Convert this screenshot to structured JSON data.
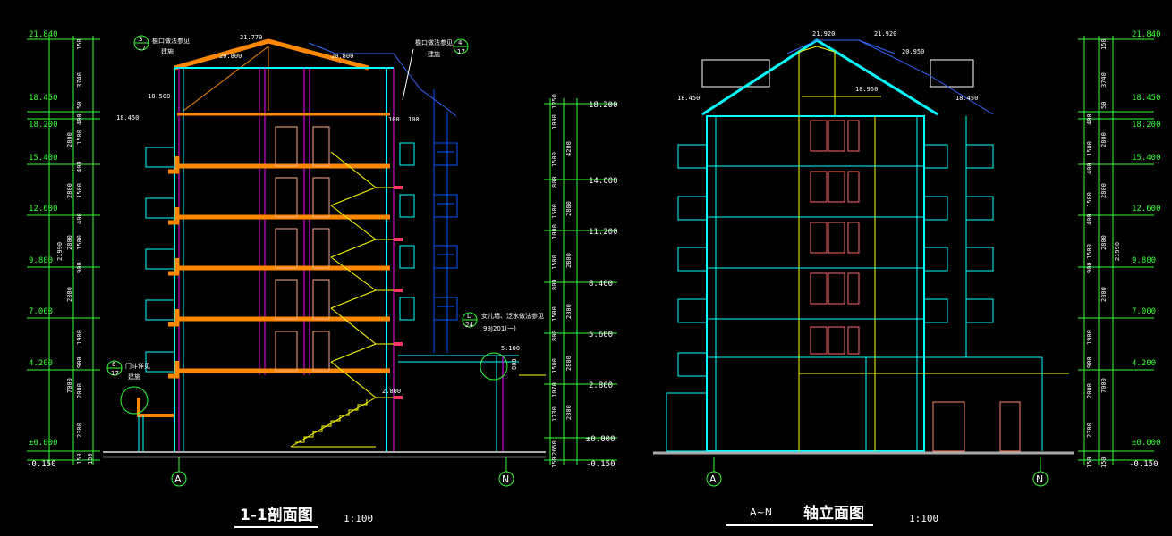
{
  "left_drawing": {
    "title": "1-1剖面图",
    "scale": "1:100",
    "axis_left": "A",
    "axis_right": "N",
    "left_levels": [
      "21.840",
      "18.450",
      "18.200",
      "15.400",
      "12.600",
      "9.800",
      "7.000",
      "4.200",
      "±0.000",
      "-0.150"
    ],
    "left_dims": [
      "150",
      "3740",
      "50",
      "400",
      "2800",
      "1500",
      "400",
      "2800",
      "1500",
      "400",
      "2800",
      "1500",
      "900",
      "2800",
      "1900",
      "900",
      "7000",
      "2000",
      "2300",
      "150",
      "150"
    ],
    "left_total": "21990",
    "top_labels": [
      "21.770",
      "20.800",
      "20.800",
      "18.500",
      "18.450"
    ],
    "stair_levels": [
      "2.800"
    ],
    "right_levels": [
      "18.200",
      "14.000",
      "11.200",
      "8.400",
      "5.600",
      "2.800",
      "±0.000",
      "-0.150"
    ],
    "right_dims": [
      "1250",
      "1000",
      "1500",
      "4200",
      "800",
      "1500",
      "2800",
      "1000",
      "1500",
      "2800",
      "800",
      "1500",
      "2800",
      "800",
      "1500",
      "2800",
      "1070",
      "1730",
      "2800",
      "2650",
      "150"
    ],
    "notes": [
      {
        "num": "3",
        "sheet": "17",
        "text1": "檐口做法参见",
        "text2": "建施"
      },
      {
        "num": "4",
        "sheet": "17",
        "text1": "檐口做法参见",
        "text2": "建施"
      },
      {
        "num": "6",
        "sheet": "17",
        "text1": "门斗详见",
        "text2": "建施"
      },
      {
        "num": "D",
        "sheet": "24",
        "text1": "女儿墙、泛水做法参见",
        "text2": "99J201(一)"
      }
    ],
    "misc": [
      "100",
      "100",
      "5.100",
      "800"
    ]
  },
  "right_drawing": {
    "title_axes": "A~N",
    "title": "轴立面图",
    "scale": "1:100",
    "axis_left": "A",
    "axis_right": "N",
    "top_labels": [
      "21.920",
      "21.920",
      "20.950",
      "18.950",
      "18.450",
      "18.450"
    ],
    "right_levels": [
      "21.840",
      "18.450",
      "18.200",
      "15.400",
      "12.600",
      "9.800",
      "7.000",
      "4.200",
      "±0.000",
      "-0.150"
    ],
    "right_dims": [
      "150",
      "3740",
      "50",
      "400",
      "2800",
      "1500",
      "400",
      "2800",
      "1500",
      "400",
      "2800",
      "1500",
      "900",
      "2800",
      "1900",
      "900",
      "7000",
      "2000",
      "2300",
      "150",
      "150"
    ],
    "right_total": "21990"
  },
  "colors": {
    "background": "#000000",
    "dimension": "#33ff33",
    "slab": "#ff8800",
    "wall": "#00ffff",
    "stair": "#ffff00",
    "balcony": "#0055ff",
    "column": "#ff00ff"
  }
}
